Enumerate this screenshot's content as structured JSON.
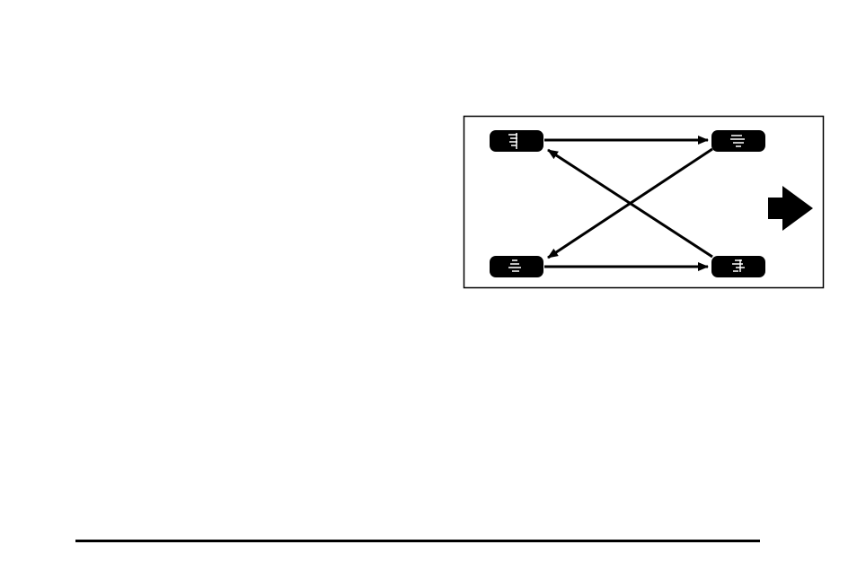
{
  "diagram": {
    "type": "tire-rotation-pattern",
    "colors": {
      "stroke": "#000000",
      "tire_fill": "#000000",
      "tread_marks": "#ffffff",
      "background": "#ffffff"
    },
    "tires": [
      {
        "id": "front-left",
        "icon": "tire-icon"
      },
      {
        "id": "front-right",
        "icon": "tire-icon"
      },
      {
        "id": "rear-left",
        "icon": "tire-icon"
      },
      {
        "id": "rear-right",
        "icon": "tire-icon"
      }
    ],
    "arrows": [
      {
        "from": "front-left",
        "to": "front-right"
      },
      {
        "from": "rear-left",
        "to": "rear-right"
      },
      {
        "from": "front-right",
        "to": "rear-left"
      },
      {
        "from": "rear-right",
        "to": "front-left"
      }
    ],
    "direction_indicator": {
      "icon": "forward-arrow-icon",
      "points": "right"
    }
  }
}
